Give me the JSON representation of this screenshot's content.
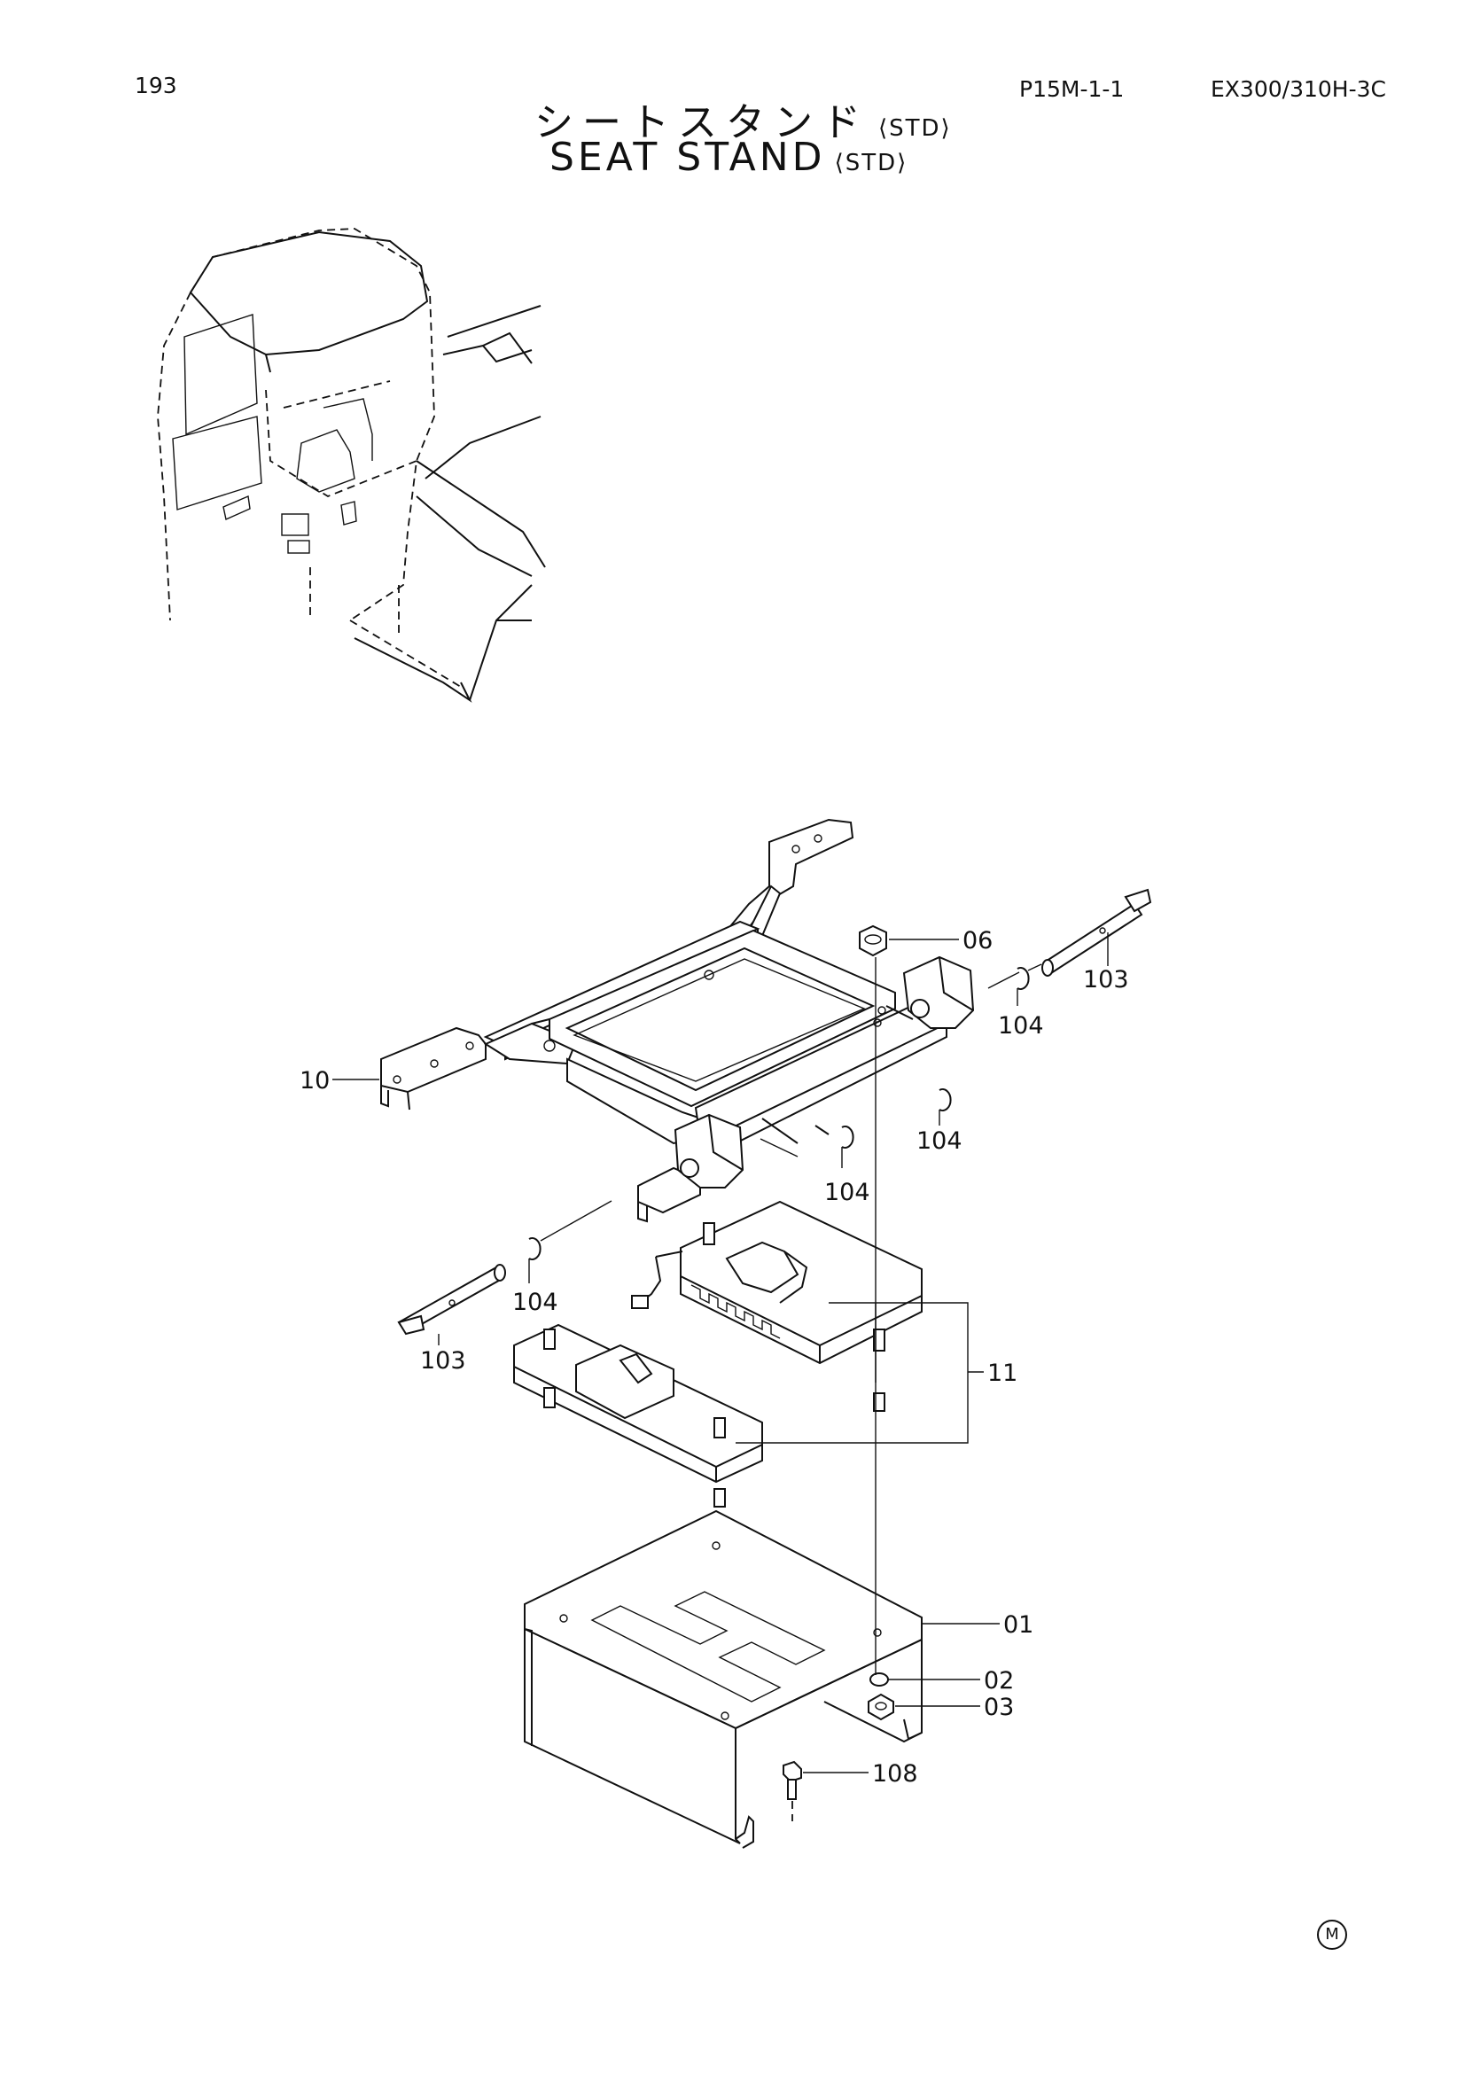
{
  "header": {
    "page_number": "193",
    "sheet_code": "P15M-1-1",
    "model": "EX300/310H-3C",
    "title_jp": "シートスタンド",
    "title_en": "SEAT STAND",
    "qualifier": "⟨STD⟩"
  },
  "callouts": {
    "c06": "06",
    "c103a": "103",
    "c104a": "104",
    "c10": "10",
    "c104b": "104",
    "c104c": "104",
    "c104d": "104",
    "c103b": "103",
    "c11": "11",
    "c01": "01",
    "c02": "02",
    "c03": "03",
    "c108": "108"
  },
  "footer": {
    "mark": "M"
  }
}
